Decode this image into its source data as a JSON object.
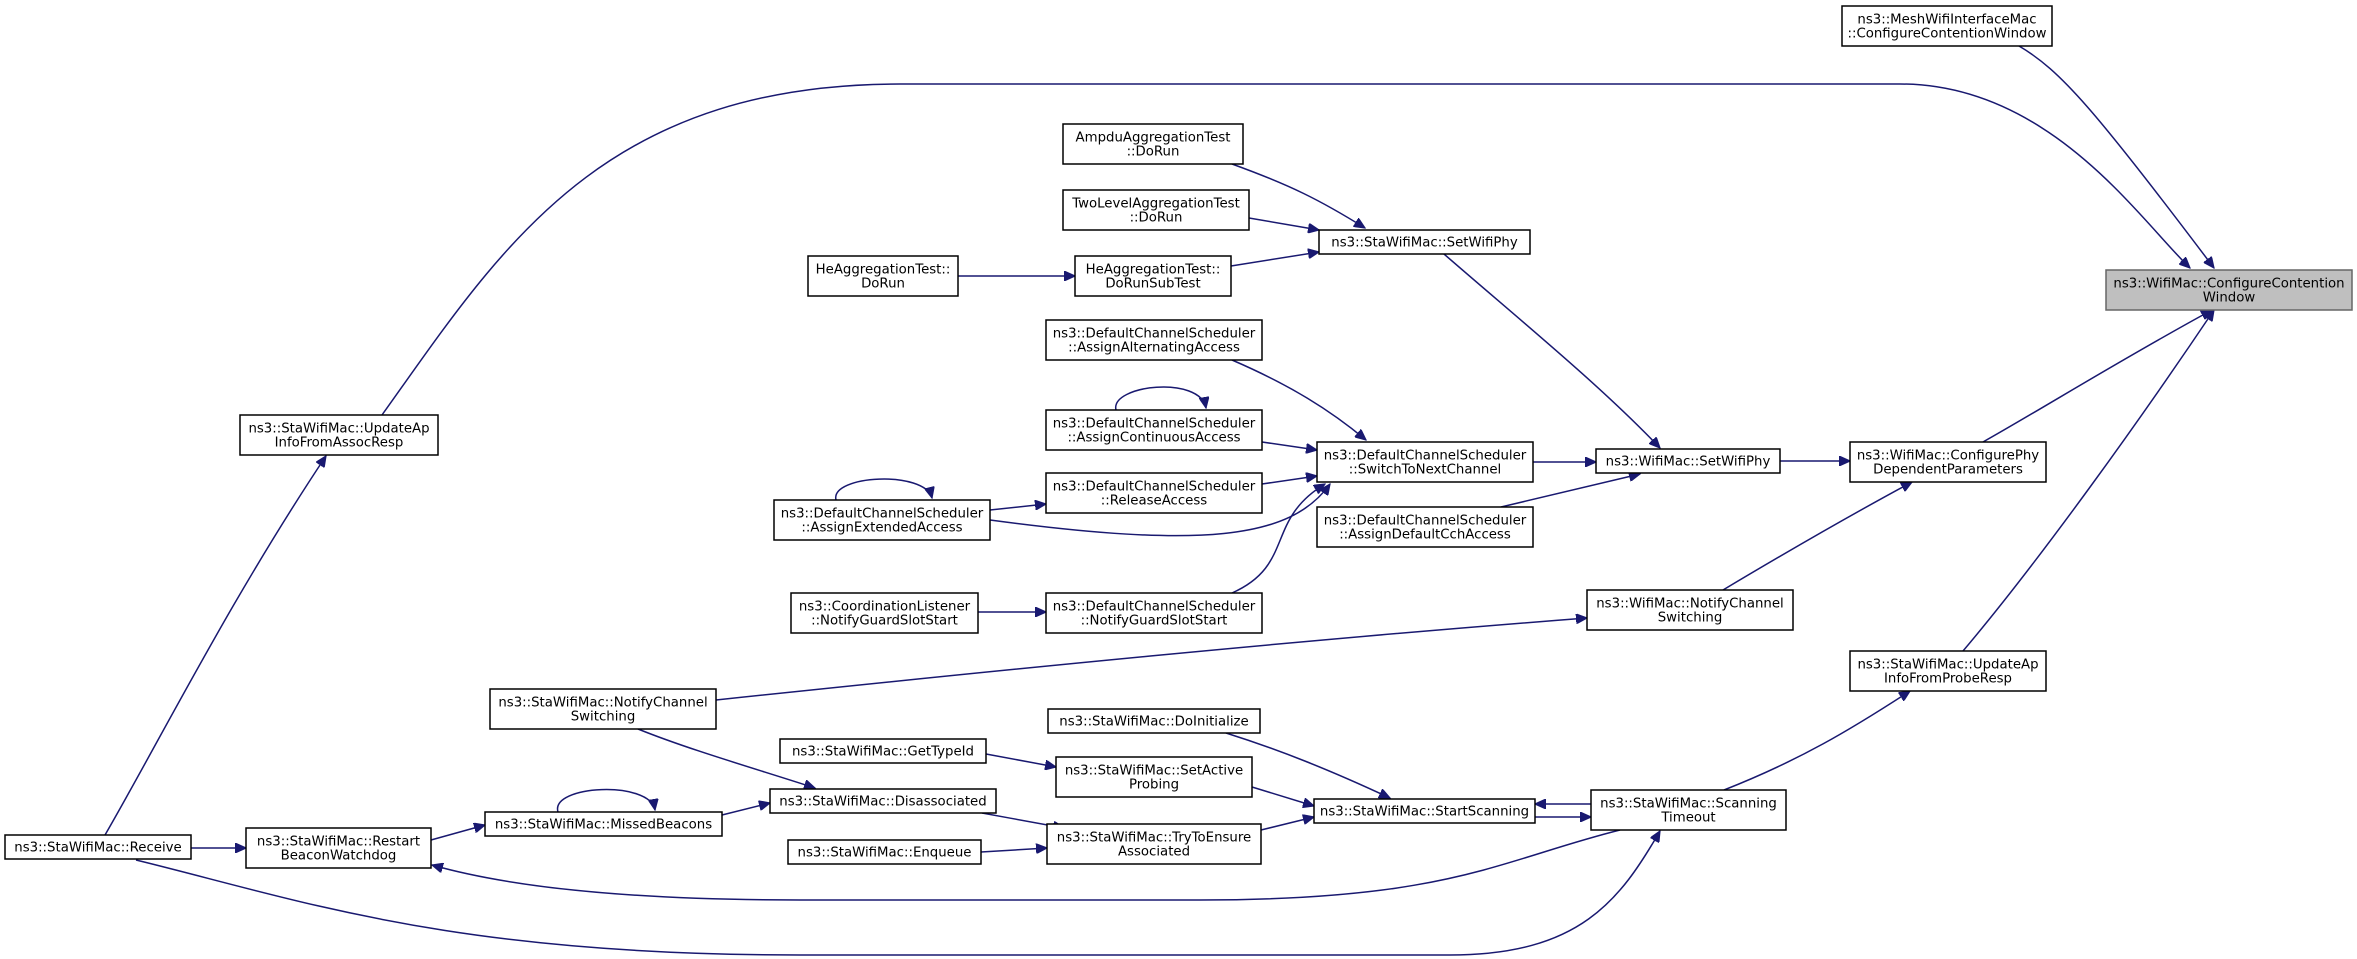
{
  "graph": {
    "nodes": [
      {
        "id": "mesh_ccw",
        "lines": [
          "ns3::MeshWifiInterfaceMac",
          "::ConfigureContentionWindow"
        ]
      },
      {
        "id": "root",
        "lines": [
          "ns3::WifiMac::ConfigureContention",
          "Window"
        ],
        "highlight": true
      },
      {
        "id": "ampdu",
        "lines": [
          "AmpduAggregationTest",
          "::DoRun"
        ]
      },
      {
        "id": "twolevel",
        "lines": [
          "TwoLevelAggregationTest",
          "::DoRun"
        ]
      },
      {
        "id": "he_dorun",
        "lines": [
          "HeAggregationTest::",
          "DoRun"
        ]
      },
      {
        "id": "he_sub",
        "lines": [
          "HeAggregationTest::",
          "DoRunSubTest"
        ]
      },
      {
        "id": "sta_setphy",
        "lines": [
          "ns3::StaWifiMac::SetWifiPhy"
        ]
      },
      {
        "id": "dcs_alt",
        "lines": [
          "ns3::DefaultChannelScheduler",
          "::AssignAlternatingAccess"
        ]
      },
      {
        "id": "dcs_cont",
        "lines": [
          "ns3::DefaultChannelScheduler",
          "::AssignContinuousAccess"
        ]
      },
      {
        "id": "dcs_switch",
        "lines": [
          "ns3::DefaultChannelScheduler",
          "::SwitchToNextChannel"
        ]
      },
      {
        "id": "wifi_setphy",
        "lines": [
          "ns3::WifiMac::SetWifiPhy"
        ]
      },
      {
        "id": "cfg_phy",
        "lines": [
          "ns3::WifiMac::ConfigurePhy",
          "DependentParameters"
        ]
      },
      {
        "id": "sta_upd_assoc",
        "lines": [
          "ns3::StaWifiMac::UpdateAp",
          "InfoFromAssocResp"
        ]
      },
      {
        "id": "dcs_ext",
        "lines": [
          "ns3::DefaultChannelScheduler",
          "::AssignExtendedAccess"
        ]
      },
      {
        "id": "dcs_rel",
        "lines": [
          "ns3::DefaultChannelScheduler",
          "::ReleaseAccess"
        ]
      },
      {
        "id": "dcs_defcch",
        "lines": [
          "ns3::DefaultChannelScheduler",
          "::AssignDefaultCchAccess"
        ]
      },
      {
        "id": "coord_guard",
        "lines": [
          "ns3::CoordinationListener",
          "::NotifyGuardSlotStart"
        ]
      },
      {
        "id": "dcs_guard",
        "lines": [
          "ns3::DefaultChannelScheduler",
          "::NotifyGuardSlotStart"
        ]
      },
      {
        "id": "wifi_notify",
        "lines": [
          "ns3::WifiMac::NotifyChannel",
          "Switching"
        ]
      },
      {
        "id": "sta_upd_probe",
        "lines": [
          "ns3::StaWifiMac::UpdateAp",
          "InfoFromProbeResp"
        ]
      },
      {
        "id": "sta_notify",
        "lines": [
          "ns3::StaWifiMac::NotifyChannel",
          "Switching"
        ]
      },
      {
        "id": "sta_doinit",
        "lines": [
          "ns3::StaWifiMac::DoInitialize"
        ]
      },
      {
        "id": "sta_typeid",
        "lines": [
          "ns3::StaWifiMac::GetTypeId"
        ]
      },
      {
        "id": "sta_active",
        "lines": [
          "ns3::StaWifiMac::SetActive",
          "Probing"
        ]
      },
      {
        "id": "sta_disassoc",
        "lines": [
          "ns3::StaWifiMac::Disassociated"
        ]
      },
      {
        "id": "sta_startscan",
        "lines": [
          "ns3::StaWifiMac::StartScanning"
        ]
      },
      {
        "id": "sta_scantimeout",
        "lines": [
          "ns3::StaWifiMac::Scanning",
          "Timeout"
        ]
      },
      {
        "id": "sta_receive",
        "lines": [
          "ns3::StaWifiMac::Receive"
        ]
      },
      {
        "id": "sta_restart",
        "lines": [
          "ns3::StaWifiMac::Restart",
          "BeaconWatchdog"
        ]
      },
      {
        "id": "sta_missed",
        "lines": [
          "ns3::StaWifiMac::MissedBeacons"
        ]
      },
      {
        "id": "sta_enqueue",
        "lines": [
          "ns3::StaWifiMac::Enqueue"
        ]
      },
      {
        "id": "sta_tryensure",
        "lines": [
          "ns3::StaWifiMac::TryToEnsure",
          "Associated"
        ]
      }
    ],
    "edges": [
      {
        "from": "mesh_ccw",
        "to": "root"
      },
      {
        "from": "sta_upd_assoc",
        "to": "root"
      },
      {
        "from": "cfg_phy",
        "to": "root"
      },
      {
        "from": "sta_upd_probe",
        "to": "root"
      },
      {
        "from": "ampdu",
        "to": "sta_setphy"
      },
      {
        "from": "twolevel",
        "to": "sta_setphy"
      },
      {
        "from": "he_sub",
        "to": "sta_setphy"
      },
      {
        "from": "he_dorun",
        "to": "he_sub"
      },
      {
        "from": "sta_setphy",
        "to": "wifi_setphy"
      },
      {
        "from": "dcs_alt",
        "to": "dcs_switch"
      },
      {
        "from": "dcs_cont",
        "to": "dcs_switch"
      },
      {
        "from": "dcs_cont",
        "to": "dcs_cont",
        "self": true
      },
      {
        "from": "dcs_rel",
        "to": "dcs_switch"
      },
      {
        "from": "dcs_ext",
        "to": "dcs_switch"
      },
      {
        "from": "dcs_ext",
        "to": "dcs_ext",
        "self": true
      },
      {
        "from": "dcs_ext",
        "to": "dcs_rel"
      },
      {
        "from": "dcs_guard",
        "to": "dcs_switch"
      },
      {
        "from": "coord_guard",
        "to": "dcs_guard"
      },
      {
        "from": "dcs_switch",
        "to": "wifi_setphy"
      },
      {
        "from": "dcs_defcch",
        "to": "wifi_setphy"
      },
      {
        "from": "wifi_setphy",
        "to": "cfg_phy"
      },
      {
        "from": "wifi_notify",
        "to": "cfg_phy"
      },
      {
        "from": "sta_notify",
        "to": "wifi_notify"
      },
      {
        "from": "sta_scantimeout",
        "to": "sta_upd_probe"
      },
      {
        "from": "sta_receive",
        "to": "sta_upd_assoc"
      },
      {
        "from": "sta_receive",
        "to": "sta_restart"
      },
      {
        "from": "sta_receive",
        "to": "sta_scantimeout"
      },
      {
        "from": "sta_restart",
        "to": "sta_missed"
      },
      {
        "from": "sta_scantimeout",
        "to": "sta_restart"
      },
      {
        "from": "sta_missed",
        "to": "sta_missed",
        "self": true
      },
      {
        "from": "sta_missed",
        "to": "sta_disassoc"
      },
      {
        "from": "sta_notify",
        "to": "sta_disassoc"
      },
      {
        "from": "sta_disassoc",
        "to": "sta_tryensure"
      },
      {
        "from": "sta_enqueue",
        "to": "sta_tryensure"
      },
      {
        "from": "sta_doinit",
        "to": "sta_startscan"
      },
      {
        "from": "sta_typeid",
        "to": "sta_active"
      },
      {
        "from": "sta_active",
        "to": "sta_startscan"
      },
      {
        "from": "sta_tryensure",
        "to": "sta_startscan"
      },
      {
        "from": "sta_startscan",
        "to": "sta_scantimeout"
      },
      {
        "from": "sta_scantimeout",
        "to": "sta_startscan"
      }
    ]
  },
  "colors": {
    "edge": "#191970",
    "node_border": "#000000",
    "node_fill": "#ffffff",
    "root_fill": "#bfbfbf",
    "root_border": "#666666"
  }
}
